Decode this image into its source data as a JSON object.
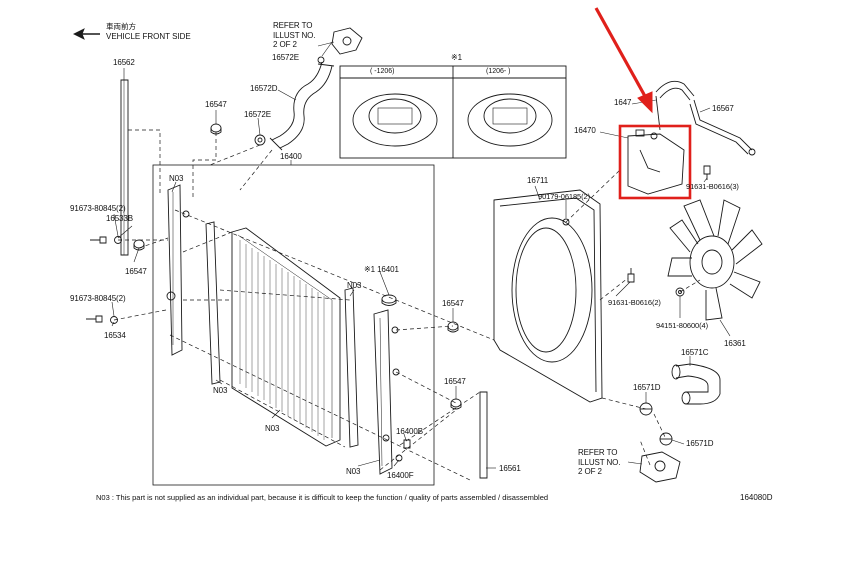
{
  "header": {
    "front_jp": "車両前方",
    "front_en": "VEHICLE FRONT SIDE",
    "ref_top": [
      "REFER TO",
      "ILLUST NO.",
      "2 OF 2"
    ],
    "ref_bottom": [
      "REFER TO",
      "ILLUST NO.",
      "2 OF 2"
    ]
  },
  "inset": {
    "mark": "※1",
    "left_range": "(       -1206)",
    "right_range": "(1206-       )"
  },
  "parts": {
    "p16562": "16562",
    "p16547a": "16547",
    "p16572E": "16572E",
    "p16572D": "16572D",
    "p16572Etop": "16572E",
    "p16400": "16400",
    "pN03a": "N03",
    "p91673a": "91673-80845(2)",
    "p16533B": "16533B",
    "p16547b": "16547",
    "p91673b": "91673-80845(2)",
    "p16534": "16534",
    "pN03b": "N03",
    "pN03c": "N03",
    "p16401": "※1 16401",
    "pN03d": "N03",
    "p16547c": "16547",
    "p16547d": "16547",
    "p16400B": "16400B",
    "pN03e": "N03",
    "p16400F": "16400F",
    "p16561": "16561",
    "p16711": "16711",
    "p90179": "90179-06185(2)",
    "p91631a": "91631-B0616(2)",
    "p16470": "16470",
    "p1647x": "1647",
    "p16567": "16567",
    "p91631b": "91631-B0616(3)",
    "p94151": "94151-80600(4)",
    "p16361": "16361",
    "p16571C": "16571C",
    "p16571Da": "16571D",
    "p16571Db": "16571D"
  },
  "footer": {
    "note": "N03 : This part is not supplied as an individual part, because it is difficult to keep the function / quality of parts assembled / disassembled",
    "code": "164080D"
  },
  "colors": {
    "highlight": "#e0201b",
    "line": "#1a1a1a"
  }
}
